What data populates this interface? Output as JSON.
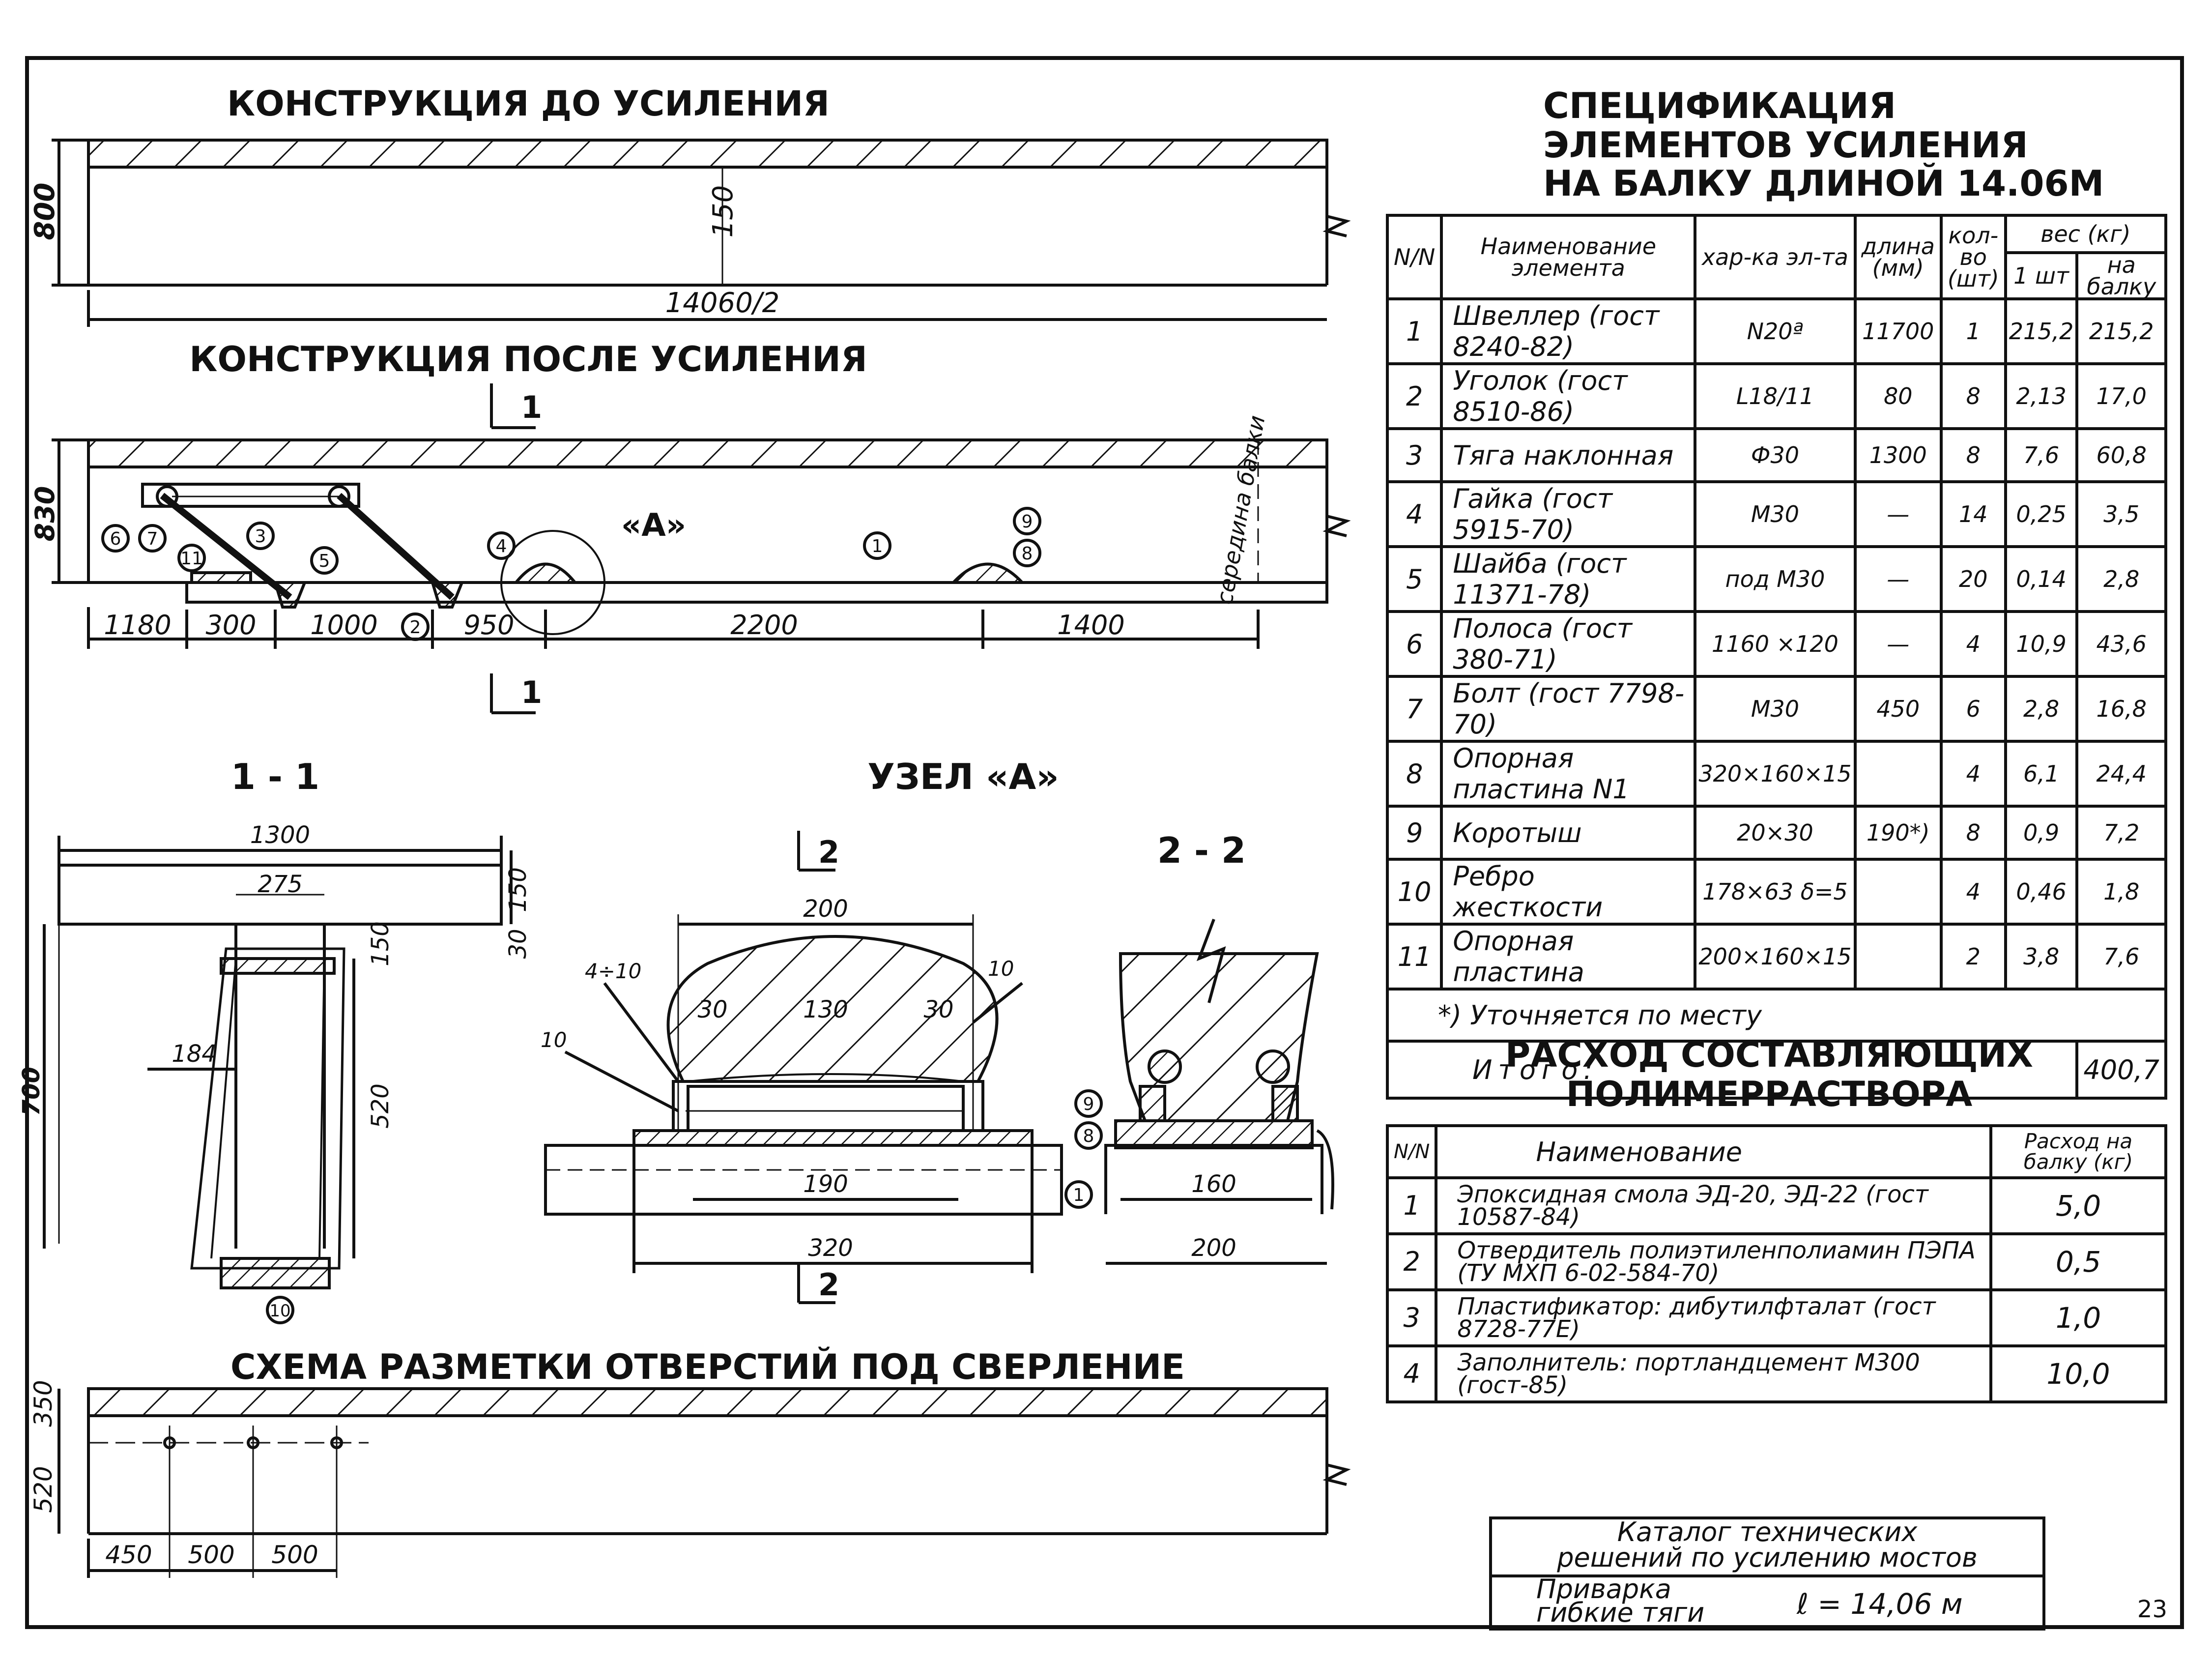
{
  "headings": {
    "before": "КОНСТРУКЦИЯ ДО УСИЛЕНИЯ",
    "after": "КОНСТРУКЦИЯ ПОСЛЕ УСИЛЕНИЯ",
    "section_1_1": "1 - 1",
    "node_a": "УЗЕЛ «А»",
    "section_2_2": "2 - 2",
    "drilling": "СХЕМА РАЗМЕТКИ ОТВЕРСТИЙ ПОД СВЕРЛЕНИЕ",
    "spec_line1": "СПЕЦИФИКАЦИЯ",
    "spec_line2": "ЭЛЕМЕНТОВ УСИЛЕНИЯ",
    "spec_line3": "НА БАЛКУ ДЛИНОЙ 14.06М",
    "poly_line1": "РАСХОД СОСТАВЛЯЮЩИХ",
    "poly_line2": "ПОЛИМЕРРАСТВОРА"
  },
  "before": {
    "dim_height": "800",
    "dim_slab": "150",
    "dim_length": "14060/2"
  },
  "after": {
    "dim_height": "830",
    "cut_mark": "1",
    "callout_a": "«А»",
    "midspan": "середина балки",
    "dims": [
      "1180",
      "300",
      "1000",
      "950",
      "2200",
      "1400"
    ],
    "markers": [
      "6",
      "7",
      "3",
      "5",
      "11",
      "2",
      "4",
      "1",
      "9",
      "8"
    ]
  },
  "sec11": {
    "dims": [
      "1300",
      "275",
      "150",
      "30",
      "150",
      "184",
      "520",
      "700"
    ],
    "marker": "10"
  },
  "node": {
    "cut_mark": "2",
    "dims": [
      "200",
      "30",
      "130",
      "30",
      "190",
      "320"
    ],
    "welds": [
      "4÷10",
      "10",
      "10"
    ]
  },
  "sec22": {
    "dims": [
      "160",
      "200"
    ],
    "markers": [
      "9",
      "8",
      "1"
    ]
  },
  "drill": {
    "dims_left": [
      "350",
      "520"
    ],
    "dims_bottom": [
      "450",
      "500",
      "500"
    ]
  },
  "spec": {
    "headers": {
      "num": "N/N",
      "name": "Наименование элемента",
      "char": "хар-ка эл-та",
      "len": "длина (мм)",
      "qty": "кол-во (шт)",
      "weight": "вес (кг)",
      "w1": "1 шт",
      "wb": "на балку"
    },
    "rows": [
      {
        "n": "1",
        "name": "Швеллер (гост 8240-82)",
        "char": "N20ª",
        "len": "11700",
        "qty": "1",
        "w1": "215,2",
        "wb": "215,2"
      },
      {
        "n": "2",
        "name": "Уголок (гост 8510-86)",
        "char": "L18/11",
        "len": "80",
        "qty": "8",
        "w1": "2,13",
        "wb": "17,0"
      },
      {
        "n": "3",
        "name": "Тяга наклонная",
        "char": "Ф30",
        "len": "1300",
        "qty": "8",
        "w1": "7,6",
        "wb": "60,8"
      },
      {
        "n": "4",
        "name": "Гайка (гост 5915-70)",
        "char": "М30",
        "len": "—",
        "qty": "14",
        "w1": "0,25",
        "wb": "3,5"
      },
      {
        "n": "5",
        "name": "Шайба (гост 11371-78)",
        "char": "под М30",
        "len": "—",
        "qty": "20",
        "w1": "0,14",
        "wb": "2,8"
      },
      {
        "n": "6",
        "name": "Полоса (гост 380-71)",
        "char": "1160 ×120",
        "len": "—",
        "qty": "4",
        "w1": "10,9",
        "wb": "43,6"
      },
      {
        "n": "7",
        "name": "Болт (гост 7798-70)",
        "char": "М30",
        "len": "450",
        "qty": "6",
        "w1": "2,8",
        "wb": "16,8"
      },
      {
        "n": "8",
        "name": "Опорная пластина N1",
        "char": "320×160×15",
        "len": "",
        "qty": "4",
        "w1": "6,1",
        "wb": "24,4"
      },
      {
        "n": "9",
        "name": "Коротыш",
        "char": "20×30",
        "len": "190*)",
        "qty": "8",
        "w1": "0,9",
        "wb": "7,2"
      },
      {
        "n": "10",
        "name": "Ребро жесткости",
        "char": "178×63 δ=5",
        "len": "",
        "qty": "4",
        "w1": "0,46",
        "wb": "1,8"
      },
      {
        "n": "11",
        "name": "Опорная пластина",
        "char": "200×160×15",
        "len": "",
        "qty": "2",
        "w1": "3,8",
        "wb": "7,6"
      }
    ],
    "note": "*) Уточняется по месту",
    "total_label": "Итого:",
    "total_value": "400,7"
  },
  "poly": {
    "headers": {
      "num": "N/N",
      "name": "Наименование",
      "rate": "Расход на балку (кг)"
    },
    "rows": [
      {
        "n": "1",
        "name": "Эпоксидная смола ЭД-20, ЭД-22 (гост 10587-84)",
        "val": "5,0"
      },
      {
        "n": "2",
        "name": "Отвердитель полиэтиленполиамин ПЭПА (ТУ МХП 6-02-584-70)",
        "val": "0,5"
      },
      {
        "n": "3",
        "name": "Пластификатор: дибутилфталат (гост 8728-77Е)",
        "val": "1,0"
      },
      {
        "n": "4",
        "name": "Заполнитель: портландцемент М300 (гост-85)",
        "val": "10,0"
      }
    ]
  },
  "stamp": {
    "line1": "Каталог технических",
    "line2": "решений по усилению мостов",
    "line3": "Приварка",
    "line4": "гибкие тяги",
    "span": "ℓ = 14,06 м"
  },
  "page_number": "23"
}
